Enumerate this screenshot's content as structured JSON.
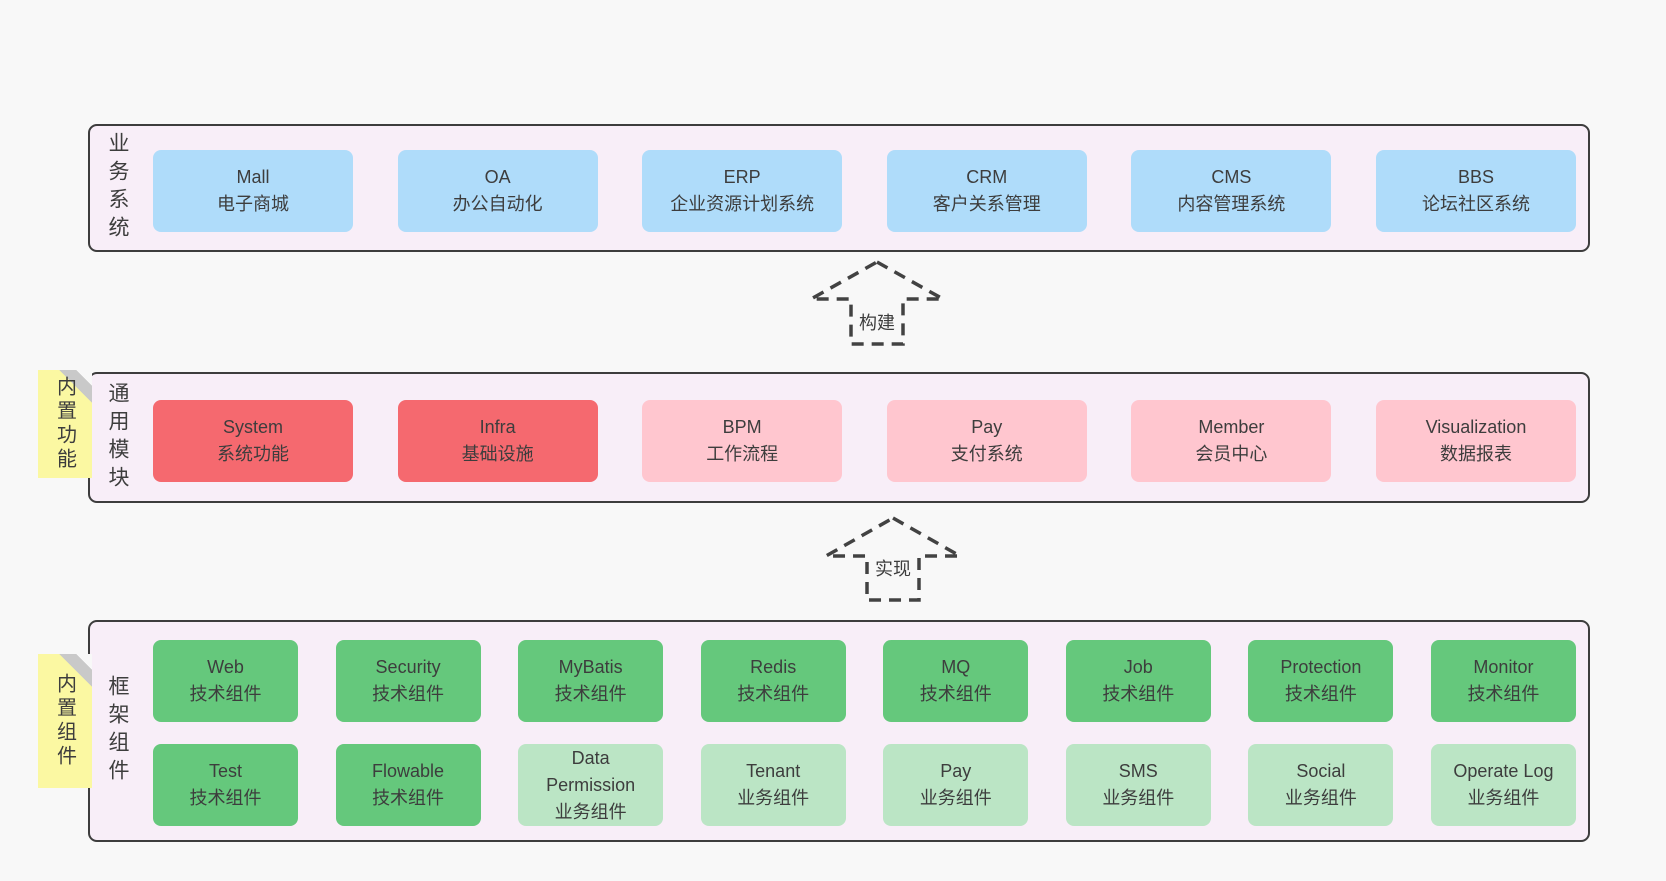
{
  "colors": {
    "page-bg": "#f8f8f8",
    "layer-bg": "#f8eef8",
    "layer-border": "#3d3d3d",
    "blue": "#afdcfa",
    "red": "#f5696f",
    "pink": "#ffc6cf",
    "green": "#65c87c",
    "green-light": "#bbe5c5",
    "note-yellow": "#fbf8a2",
    "note-fold": "#c9c9c9",
    "text": "#3d3d3d"
  },
  "layers": {
    "business": {
      "label": "业务系统",
      "boxes": [
        {
          "title": "Mall",
          "subtitle": "电子商城"
        },
        {
          "title": "OA",
          "subtitle": "办公自动化"
        },
        {
          "title": "ERP",
          "subtitle": "企业资源计划系统"
        },
        {
          "title": "CRM",
          "subtitle": "客户关系管理"
        },
        {
          "title": "CMS",
          "subtitle": "内容管理系统"
        },
        {
          "title": "BBS",
          "subtitle": "论坛社区系统"
        }
      ]
    },
    "modules": {
      "label": "通用模块",
      "note": "内置功能",
      "boxes": [
        {
          "title": "System",
          "subtitle": "系统功能"
        },
        {
          "title": "Infra",
          "subtitle": "基础设施"
        },
        {
          "title": "BPM",
          "subtitle": "工作流程"
        },
        {
          "title": "Pay",
          "subtitle": "支付系统"
        },
        {
          "title": "Member",
          "subtitle": "会员中心"
        },
        {
          "title": "Visualization",
          "subtitle": "数据报表"
        }
      ]
    },
    "components": {
      "label": "框架组件",
      "note": "内置组件",
      "row1": [
        {
          "title": "Web",
          "subtitle": "技术组件"
        },
        {
          "title": "Security",
          "subtitle": "技术组件"
        },
        {
          "title": "MyBatis",
          "subtitle": "技术组件"
        },
        {
          "title": "Redis",
          "subtitle": "技术组件"
        },
        {
          "title": "MQ",
          "subtitle": "技术组件"
        },
        {
          "title": "Job",
          "subtitle": "技术组件"
        },
        {
          "title": "Protection",
          "subtitle": "技术组件"
        },
        {
          "title": "Monitor",
          "subtitle": "技术组件"
        }
      ],
      "row2": [
        {
          "title": "Test",
          "subtitle": "技术组件"
        },
        {
          "title": "Flowable",
          "subtitle": "技术组件"
        },
        {
          "title": "Data Permission",
          "subtitle": "业务组件"
        },
        {
          "title": "Tenant",
          "subtitle": "业务组件"
        },
        {
          "title": "Pay",
          "subtitle": "业务组件"
        },
        {
          "title": "SMS",
          "subtitle": "业务组件"
        },
        {
          "title": "Social",
          "subtitle": "业务组件"
        },
        {
          "title": "Operate Log",
          "subtitle": "业务组件"
        }
      ]
    }
  },
  "arrows": {
    "build": "构建",
    "implement": "实现"
  }
}
